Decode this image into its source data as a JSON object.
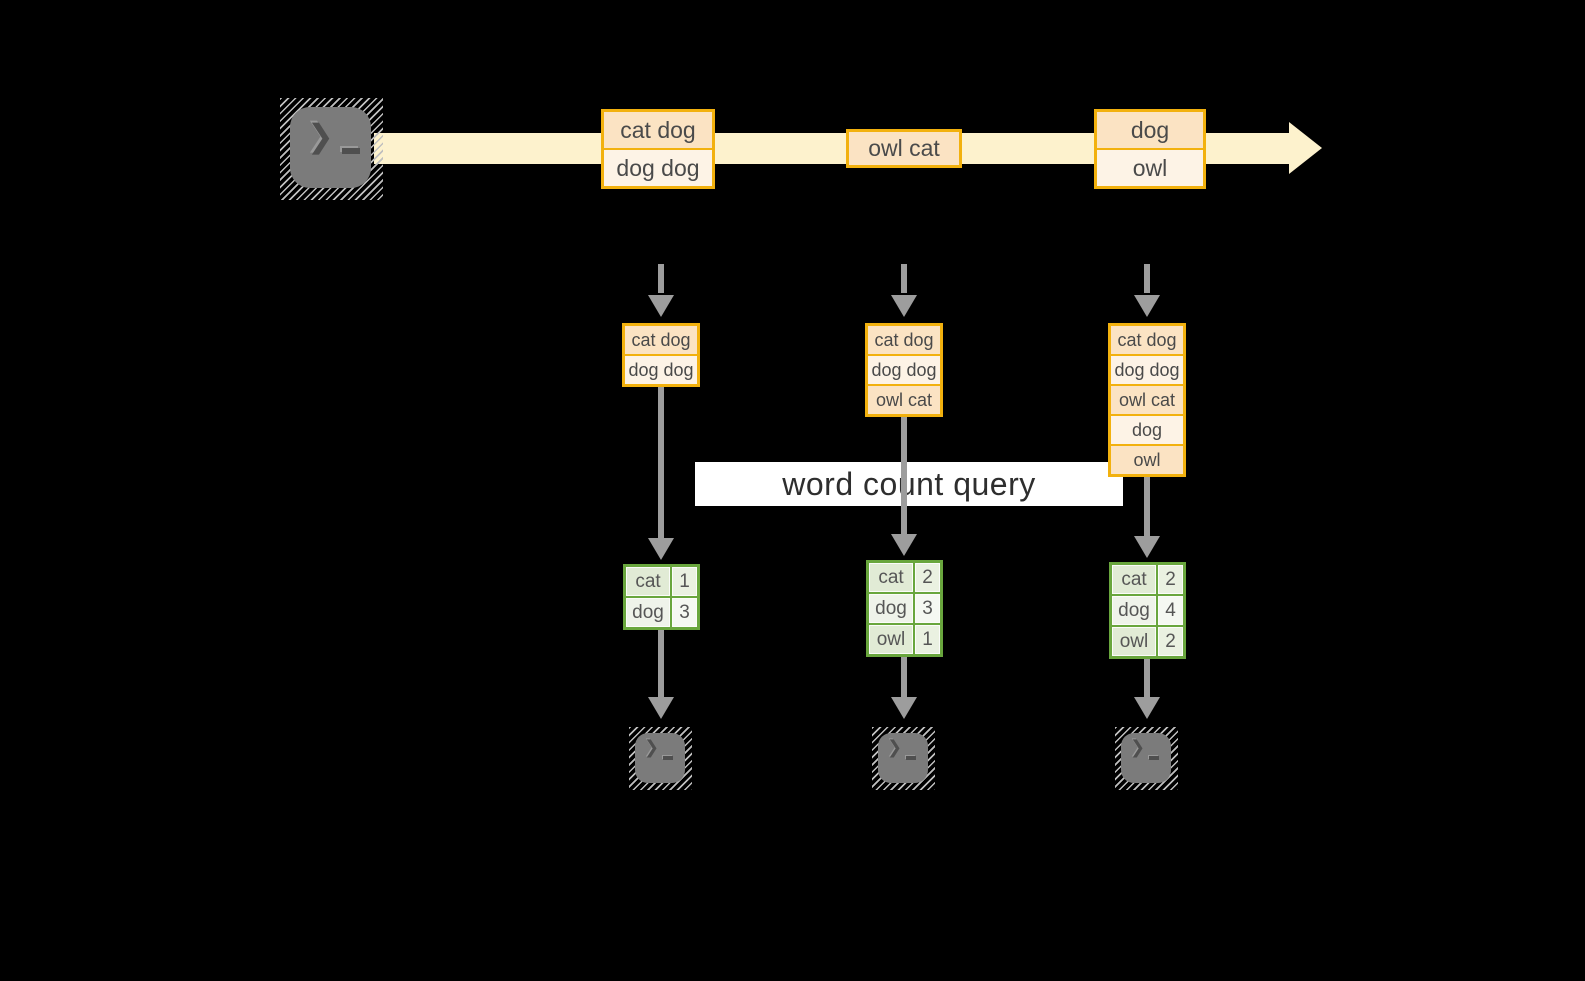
{
  "banner": {
    "label": "word count query"
  },
  "stream": {
    "events": [
      {
        "lines": [
          "cat dog",
          "dog dog"
        ]
      },
      {
        "lines": [
          "owl cat"
        ]
      },
      {
        "lines": [
          "dog",
          "owl"
        ]
      }
    ]
  },
  "pipelines": [
    {
      "buffer": [
        "cat dog",
        "dog dog"
      ],
      "counts": [
        {
          "word": "cat",
          "value": "1"
        },
        {
          "word": "dog",
          "value": "3"
        }
      ]
    },
    {
      "buffer": [
        "cat dog",
        "dog dog",
        "owl cat"
      ],
      "counts": [
        {
          "word": "cat",
          "value": "2"
        },
        {
          "word": "dog",
          "value": "3"
        },
        {
          "word": "owl",
          "value": "1"
        }
      ]
    },
    {
      "buffer": [
        "cat dog",
        "dog dog",
        "owl cat",
        "dog",
        "owl"
      ],
      "counts": [
        {
          "word": "cat",
          "value": "2"
        },
        {
          "word": "dog",
          "value": "4"
        },
        {
          "word": "owl",
          "value": "2"
        }
      ]
    }
  ],
  "icons": {
    "terminal_prompt_char": "❯",
    "stream_arrowhead": "right-arrow",
    "flow_arrowhead": "down-arrow"
  },
  "colors": {
    "accent_amber": "#f2b10e",
    "peach_dark": "#fbe3c3",
    "peach_light": "#fdf3e6",
    "stream_band": "#fdf2cd",
    "accent_green": "#69a63d",
    "green_cell_dark": "#e1ebd5",
    "green_cell_light": "#eff3ea",
    "arrow_gray": "#9d9d9d",
    "terminal_gray": "#7b7b7b",
    "banner_bg": "#ffffff"
  }
}
